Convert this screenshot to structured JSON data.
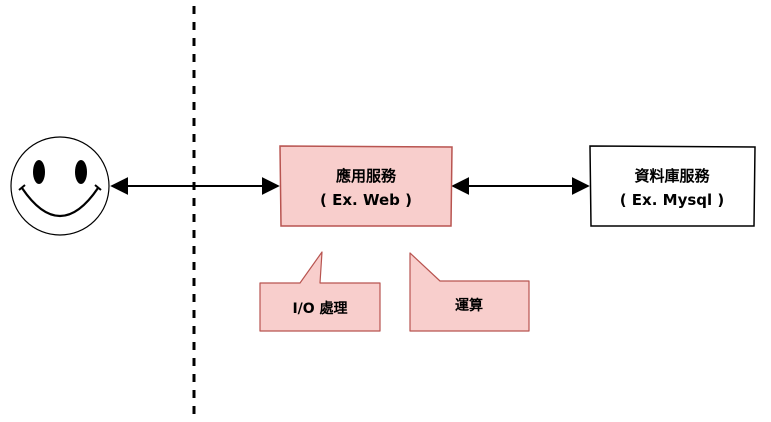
{
  "colors": {
    "highlight_fill": "#f8cecc",
    "highlight_stroke": "#b85450",
    "stroke": "#000000",
    "background": "#ffffff"
  },
  "nodes": {
    "user_icon": "smiley-face-icon",
    "app_service": {
      "title": "應用服務",
      "subtitle": "( Ex. Web )"
    },
    "db_service": {
      "title": "資料庫服務",
      "subtitle": "( Ex. Mysql )"
    }
  },
  "callouts": {
    "io": "I/O 處理",
    "compute": "運算"
  }
}
